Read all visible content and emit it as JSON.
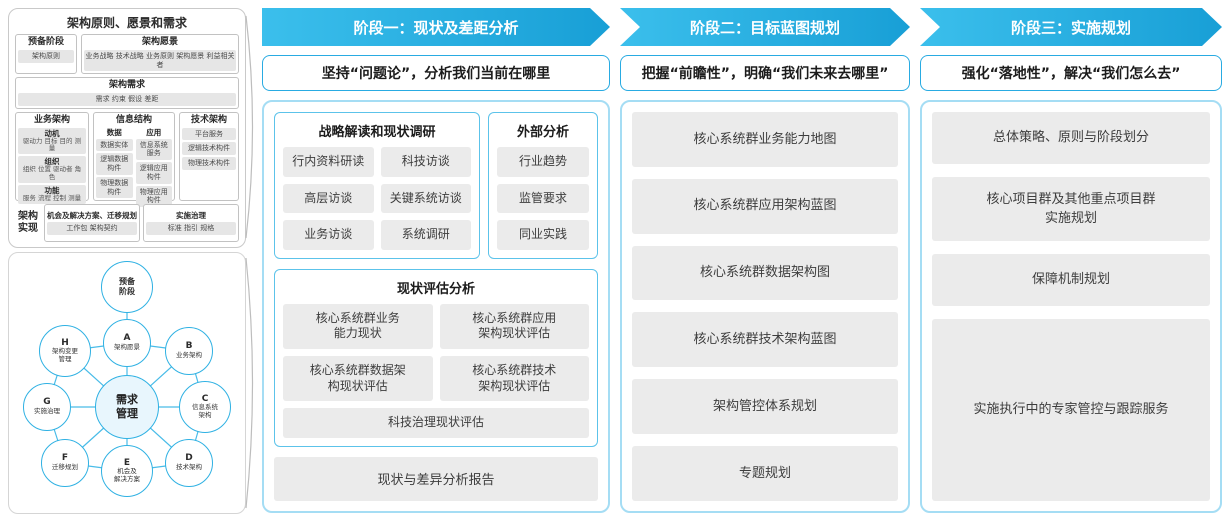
{
  "left": {
    "title": "架构原则、愿景和需求",
    "prelim_label": "预备阶段",
    "prelim_item": "架构原则",
    "vision_label": "架构愿景",
    "vision_items": "业务战略 技术战略 业务原则 架构愿景 利益相关者",
    "req_label": "架构需求",
    "req_items": "需求  约束  假设  差距",
    "business": {
      "title": "业务架构",
      "groups": [
        {
          "h": "动机",
          "t": "驱动力 目标 目的 测量"
        },
        {
          "h": "组织",
          "t": "组织 位置 驱动者 角色"
        },
        {
          "h": "功能",
          "t": "服务 流程 控制 测量"
        }
      ]
    },
    "info": {
      "title": "信息结构",
      "cols": [
        {
          "h": "数据",
          "items": [
            "数据实体",
            "逻辑数据构件",
            "物理数据构件"
          ]
        },
        {
          "h": "应用",
          "items": [
            "信息系统服务",
            "逻辑应用构件",
            "物理应用构件"
          ]
        }
      ]
    },
    "tech": {
      "title": "技术架构",
      "items": [
        "平台服务",
        "逻辑技术构件",
        "物理技术构件"
      ]
    },
    "impl_label": "架构\n实现",
    "impl_boxes": [
      {
        "h": "机会及解决方案、迁移规划",
        "t": "工作包  架构契约"
      },
      {
        "h": "实施治理",
        "t": "标准 指引 规格"
      }
    ]
  },
  "adm": {
    "prelim": "预备\n阶段",
    "center": "需求\n管理",
    "nodes": [
      {
        "letter": "A",
        "label": "架构愿景"
      },
      {
        "letter": "B",
        "label": "业务架构"
      },
      {
        "letter": "C",
        "label": "信息系统\n架构"
      },
      {
        "letter": "D",
        "label": "技术架构"
      },
      {
        "letter": "E",
        "label": "机会及\n解决方案"
      },
      {
        "letter": "F",
        "label": "迁移规划"
      },
      {
        "letter": "G",
        "label": "实施治理"
      },
      {
        "letter": "H",
        "label": "架构变更\n管理"
      }
    ]
  },
  "phase1": {
    "header": "阶段一：现状及差距分析",
    "subtitle": "坚持“问题论”，分析我们当前在哪里",
    "group1": {
      "title": "战略解读和现状调研",
      "items": [
        "行内资料研读",
        "科技访谈",
        "高层访谈",
        "关键系统访谈",
        "业务访谈",
        "系统调研"
      ]
    },
    "group2": {
      "title": "外部分析",
      "items": [
        "行业趋势",
        "监管要求",
        "同业实践"
      ]
    },
    "group3": {
      "title": "现状评估分析",
      "items": [
        "核心系统群业务\n能力现状",
        "核心系统群应用\n架构现状评估",
        "核心系统群数据架\n构现状评估",
        "核心系统群技术\n架构现状评估",
        "科技治理现状评估"
      ]
    },
    "report": "现状与差异分析报告"
  },
  "phase2": {
    "header": "阶段二：目标蓝图规划",
    "subtitle": "把握“前瞻性”，明确“我们未来去哪里”",
    "items": [
      "核心系统群业务能力地图",
      "核心系统群应用架构蓝图",
      "核心系统群数据架构图",
      "核心系统群技术架构蓝图",
      "架构管控体系规划",
      "专题规划"
    ]
  },
  "phase3": {
    "header": "阶段三：实施规划",
    "subtitle": "强化“落地性”，解决“我们怎么去”",
    "items": [
      "总体策略、原则与阶段划分",
      "核心项目群及其他重点项目群\n实施规划",
      "保障机制规划",
      "实施执行中的专家管控与跟踪服务"
    ]
  }
}
